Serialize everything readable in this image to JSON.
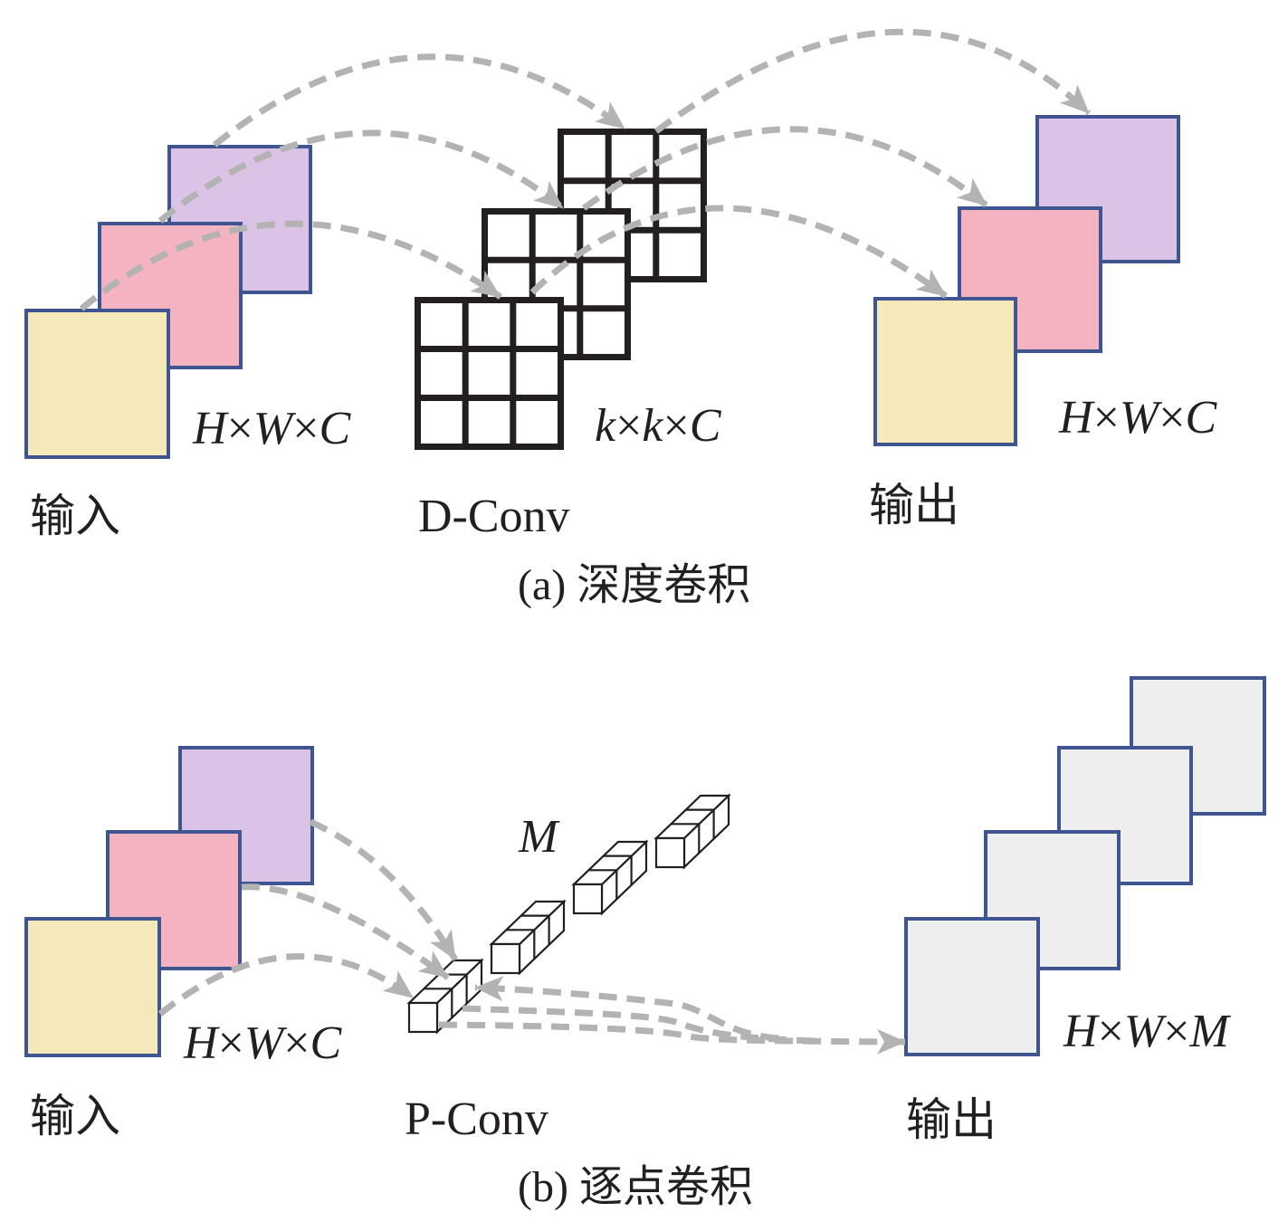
{
  "panel_a": {
    "caption": "(a) 深度卷积",
    "input": {
      "label": "输入",
      "dims": [
        "H",
        "W",
        "C"
      ],
      "channel_count": 3
    },
    "kernel": {
      "label": "D-Conv",
      "dims": [
        "k",
        "k",
        "C"
      ],
      "kernel_count": 3,
      "grid_size": 3
    },
    "output": {
      "label": "输出",
      "dims": [
        "H",
        "W",
        "C"
      ],
      "channel_count": 3
    }
  },
  "panel_b": {
    "caption": "(b) 逐点卷积",
    "input": {
      "label": "输入",
      "dims": [
        "H",
        "W",
        "C"
      ],
      "channel_count": 3
    },
    "kernel": {
      "label": "P-Conv",
      "count_label": "M",
      "kernel_count": 4,
      "kernel_depth": 3
    },
    "output": {
      "label": "输出",
      "dims": [
        "H",
        "W",
        "M"
      ],
      "channel_count": 4
    }
  },
  "times": "×",
  "colors": {
    "channel_1": "#f5e8b9",
    "channel_2": "#f4b3c0",
    "channel_3": "#dbc3e5",
    "pointwise_output": "#eeeeef",
    "feature_border": "#3e5591",
    "kernel_stroke": "#231f20",
    "kernel_fill": "#ffffff",
    "arrow": "#b3b3b3"
  }
}
